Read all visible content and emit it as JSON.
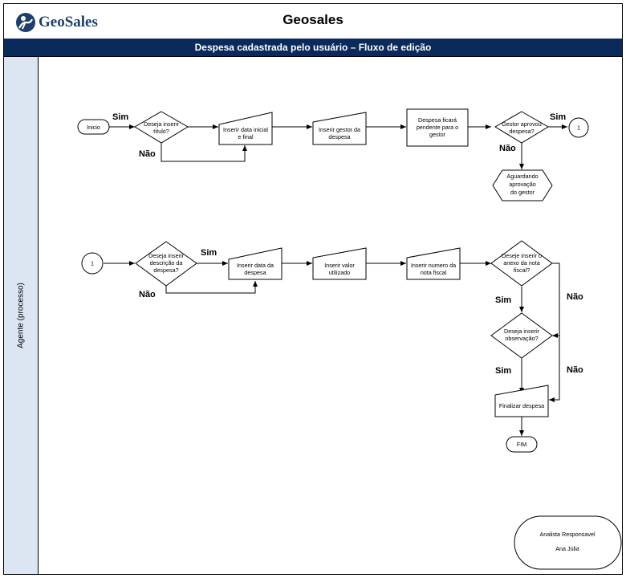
{
  "header": {
    "logo_text": "GeoSales",
    "title": "Geosales"
  },
  "subheader": {
    "title": "Despesa cadastrada pelo usuário – Fluxo de edição"
  },
  "lane": {
    "label": "Agente (processo)"
  },
  "flow1": {
    "start": "Inicio",
    "decision_title": [
      "Deseja inserir",
      "título?"
    ],
    "input_dates": [
      "Inserir data inicial",
      "e final"
    ],
    "input_manager": [
      "Inserir gestor da",
      "despesa"
    ],
    "pending": [
      "Despesa ficará",
      "pendente para o",
      "gestor"
    ],
    "decision_approved": [
      "Gestor aprovou",
      "despesa?"
    ],
    "connector": "1",
    "waiting": [
      "Aguardando",
      "aprovação",
      "do gestor"
    ],
    "sim_1": "Sim",
    "nao_1": "Não",
    "sim_2": "Sim",
    "nao_2": "Não"
  },
  "flow2": {
    "connector": "1",
    "decision_description": [
      "Deseja inserir",
      "descrição da",
      "despesa?"
    ],
    "input_date": [
      "Inserir data da",
      "despesa"
    ],
    "input_value": [
      "Inserir valor",
      "utilizado"
    ],
    "input_invoice": [
      "Inserir numero da",
      "nota fiscal"
    ],
    "decision_attachment": [
      "Deseje inserir o",
      "anexo da nota",
      "fiscal?"
    ],
    "decision_observation": [
      "Deseja inserir",
      "observação?"
    ],
    "finalize": "Finalizar despesa",
    "end": "FIM",
    "sim_1": "Sim",
    "nao_1": "Não",
    "sim_2": "Sim",
    "nao_2": "Não",
    "sim_3": "Sim",
    "nao_3": "Não"
  },
  "responsible": {
    "role": "Analista Responsavel",
    "name": "Ana Júlia"
  }
}
